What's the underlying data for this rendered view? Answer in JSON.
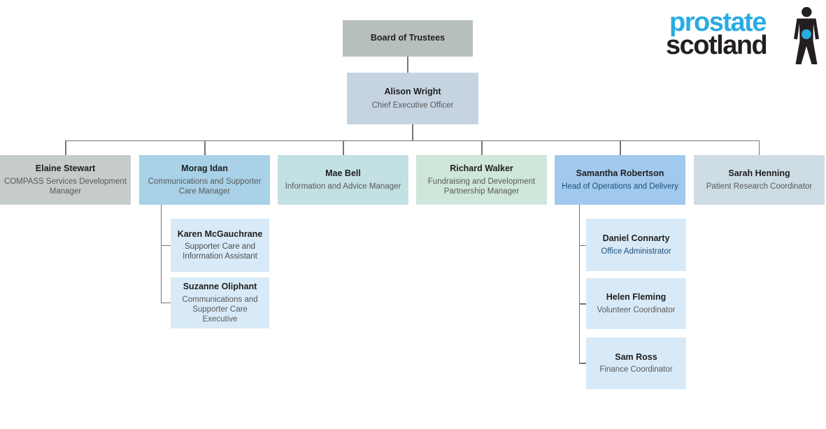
{
  "logo": {
    "word1": "prostate",
    "word2": "scotland",
    "word1_color": "#29abe2",
    "word2_color": "#231f20",
    "figure_color": "#231f20",
    "dot_color": "#29abe2"
  },
  "connector_color": "#767676",
  "nodes": {
    "board": {
      "name": "Board of Trustees",
      "fill": "#b6bfbb"
    },
    "ceo": {
      "name": "Alison Wright",
      "title": "Chief Executive Officer",
      "fill": "#c6d4e2",
      "title_color": "#595959"
    },
    "elaine": {
      "name": "Elaine Stewart",
      "title": "COMPASS Services Development Manager",
      "fill": "#c6cccb",
      "title_color": "#595959"
    },
    "morag": {
      "name": "Morag Idan",
      "title": "Communications and Supporter Care Manager",
      "fill": "#a9d2e8",
      "title_color": "#595959"
    },
    "mae": {
      "name": "Mae Bell",
      "title": "Information and Advice Manager",
      "fill": "#c3e0e3",
      "title_color": "#595959"
    },
    "richard": {
      "name": "Richard Walker",
      "title": "Fundraising and Development Partnership Manager",
      "fill": "#cfe6db",
      "title_color": "#595959"
    },
    "samantha": {
      "name": "Samantha Robertson",
      "title": "Head of Operations and Delivery",
      "fill": "#a0c9ed",
      "title_color": "#1f4e79"
    },
    "sarah": {
      "name": "Sarah Henning",
      "title": "Patient Research Coordinator",
      "fill": "#cddde3",
      "title_color": "#595959"
    },
    "karen": {
      "name": "Karen McGauchrane",
      "title": "Supporter Care and Information Assistant",
      "fill": "#d8eaf7",
      "title_color": "#4d4d4d"
    },
    "suzanne": {
      "name": "Suzanne Oliphant",
      "title": "Communications and Supporter Care Executive",
      "fill": "#d8eaf7",
      "title_color": "#595959"
    },
    "daniel": {
      "name": "Daniel Connarty",
      "title": "Office Administrator",
      "fill": "#d8eaf7",
      "title_color": "#1f4e79"
    },
    "helen": {
      "name": "Helen Fleming",
      "title": "Volunteer Coordinator",
      "fill": "#d8eaf7",
      "title_color": "#595959"
    },
    "sam": {
      "name": "Sam Ross",
      "title": "Finance Coordinator",
      "fill": "#d8eaf7",
      "title_color": "#595959"
    }
  }
}
